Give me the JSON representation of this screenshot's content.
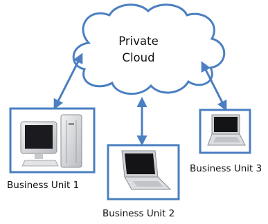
{
  "cloud": {
    "line1": "Private",
    "line2": "Cloud"
  },
  "units": [
    {
      "label": "Business Unit 1",
      "device": "desktop-computer-icon"
    },
    {
      "label": "Business Unit 2",
      "device": "laptop-icon"
    },
    {
      "label": "Business Unit 3",
      "device": "laptop-icon"
    }
  ],
  "colors": {
    "outline": "#4a7fc1",
    "text": "#111111"
  }
}
